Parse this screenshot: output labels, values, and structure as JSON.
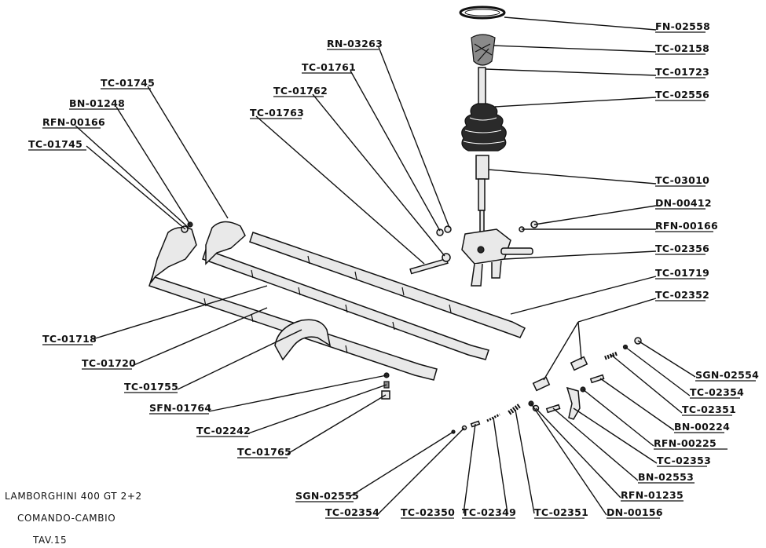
{
  "title": {
    "line1": "LAMBORGHINI 400 GT 2+2",
    "line2": "COMANDO-CAMBIO",
    "line3": "TAV.15"
  },
  "labels": [
    "FN-02558",
    "TC-02158",
    "TC-01723",
    "TC-02556",
    "TC-03010",
    "DN-00412",
    "RFN-00166",
    "TC-02356",
    "TC-01719",
    "TC-02352",
    "SGN-02554",
    "TC-02354",
    "TC-02351",
    "BN-00224",
    "RFN-00225",
    "TC-02353",
    "BN-02553",
    "RFN-01235",
    "DN-00156",
    "TC-02351",
    "TC-02349",
    "TC-02350",
    "TC-02354",
    "SGN-02555",
    "TC-01765",
    "TC-02242",
    "SFN-01764",
    "TC-01755",
    "TC-01720",
    "TC-01718",
    "TC-01745",
    "RFN-00166",
    "BN-01248",
    "TC-01745",
    "TC-01763",
    "TC-01762",
    "TC-01761",
    "RN-03263"
  ]
}
